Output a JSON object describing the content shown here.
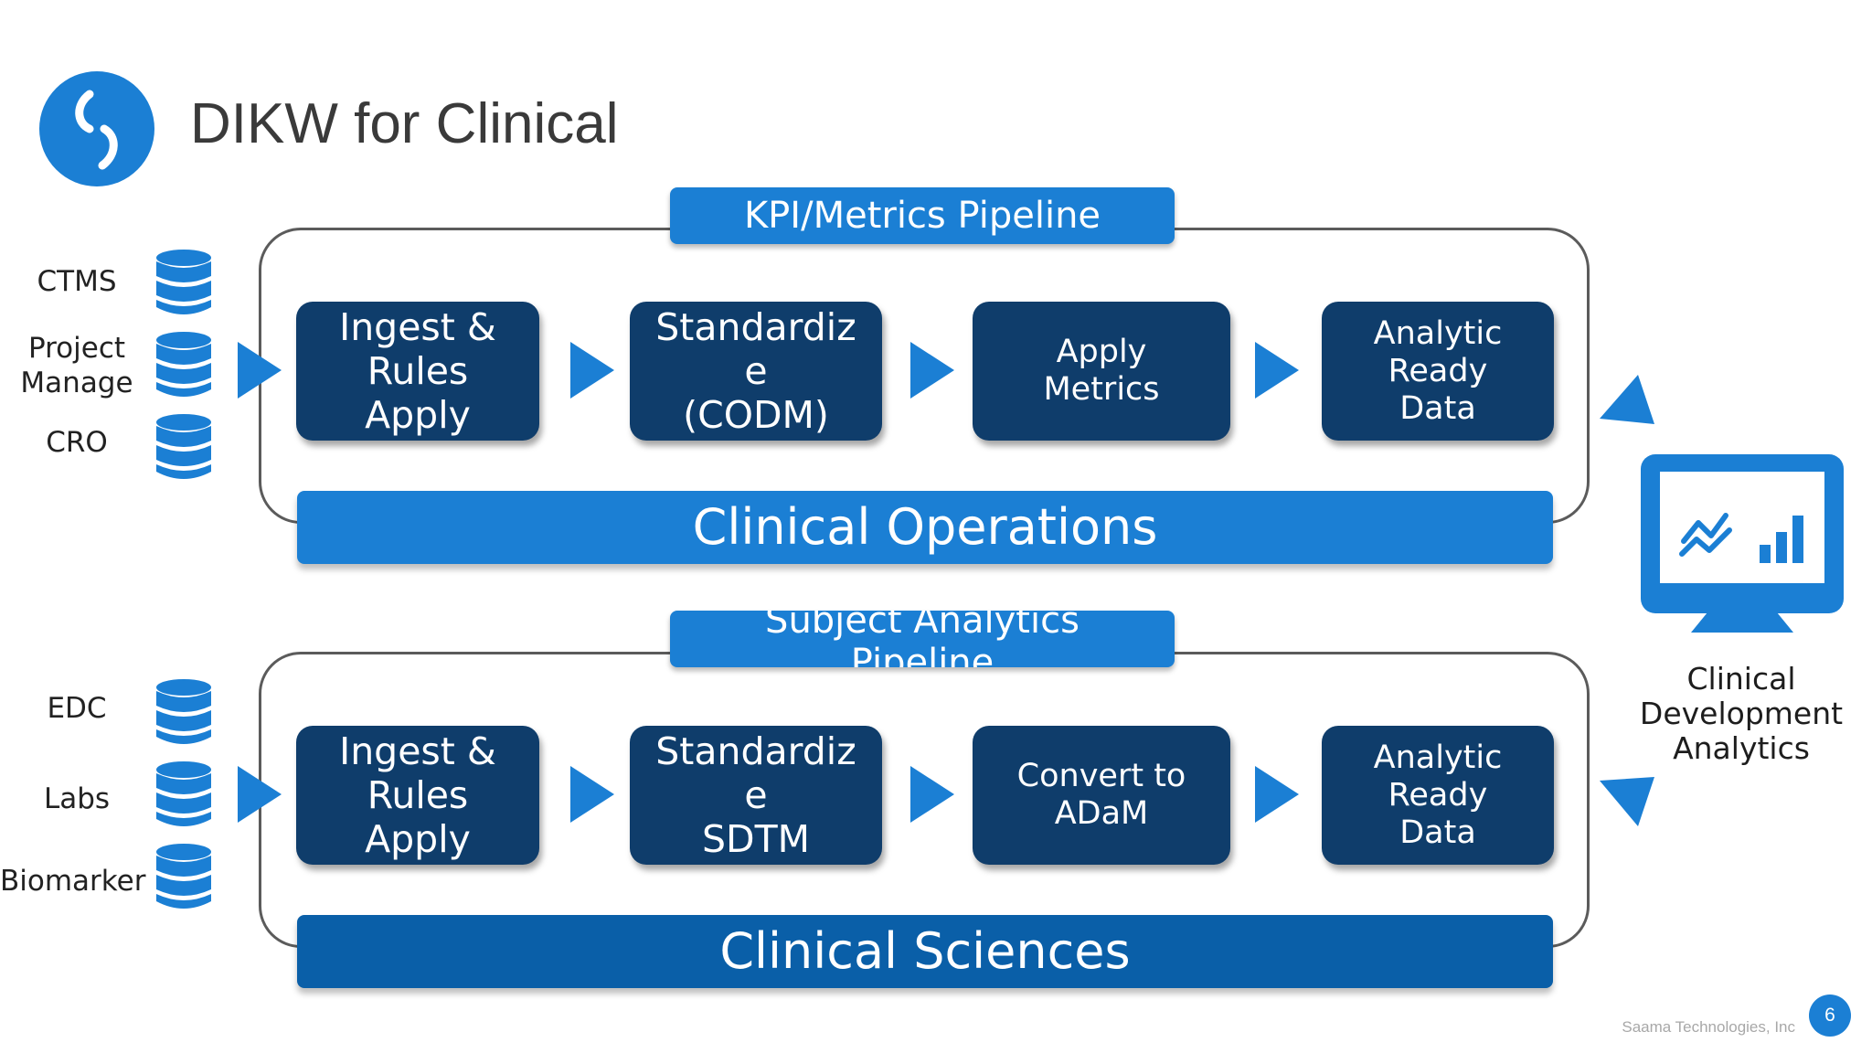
{
  "title": "DIKW for Clinical",
  "colors": {
    "accent": "#1b7fd4",
    "dark_box": "#0f3d6b",
    "bar_ops": "#1b7fd4",
    "bar_sci": "#0a5fa8"
  },
  "icons": [
    "logo-icon",
    "database-icon",
    "play-arrow-icon",
    "monitor-chart-icon"
  ],
  "top": {
    "pipeline": "KPI/Metrics Pipeline",
    "sources": [
      "CTMS",
      "Project Manage",
      "CRO"
    ],
    "steps": [
      [
        "Ingest &",
        "Rules",
        "Apply"
      ],
      [
        "Standardiz",
        "e",
        "(CODM)"
      ],
      [
        "Apply",
        "Metrics"
      ],
      [
        "Analytic",
        "Ready",
        "Data"
      ]
    ],
    "bar": "Clinical Operations"
  },
  "bottom": {
    "pipeline": [
      "Subject Analytics",
      "Pipeline"
    ],
    "sources": [
      "EDC",
      "Labs",
      "Biomarker"
    ],
    "steps": [
      [
        "Ingest &",
        "Rules",
        "Apply"
      ],
      [
        "Standardiz",
        "e",
        "SDTM"
      ],
      [
        "Convert to",
        "ADaM"
      ],
      [
        "Analytic",
        "Ready",
        "Data"
      ]
    ],
    "bar": "Clinical Sciences"
  },
  "destination": [
    "Clinical",
    "Development",
    "Analytics"
  ],
  "footer": "Saama Technologies, Inc",
  "page_number": "6"
}
